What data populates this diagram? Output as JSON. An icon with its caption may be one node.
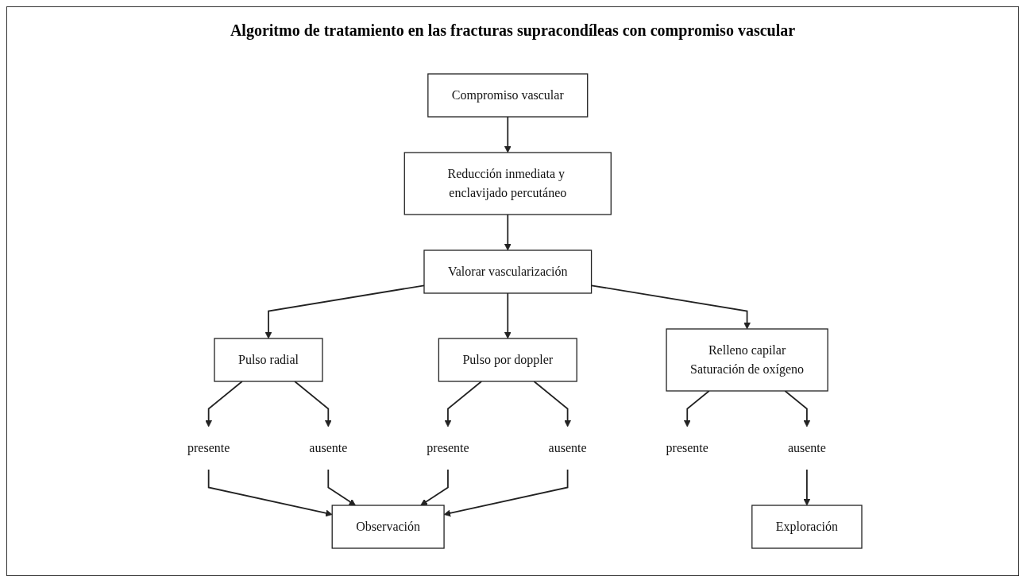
{
  "diagram": {
    "title": "Algoritmo de tratamiento en las fracturas supracondíleas con compromiso vascular",
    "nodes": [
      {
        "text": [
          "Compromiso vascular"
        ]
      },
      {
        "text": [
          "Reducción inmediata y enclavijado percutáneo"
        ]
      },
      {
        "text": [
          "Valorar vascularización"
        ]
      },
      {
        "text": [
          "Pulso radial"
        ]
      },
      {
        "text": [
          "Pulso por doppler"
        ]
      },
      {
        "text": [
          "Relleno capilar",
          "Saturación de oxígeno"
        ]
      },
      {
        "text": [
          "presente"
        ]
      },
      {
        "text": [
          "ausente"
        ]
      },
      {
        "text": [
          "presente"
        ]
      },
      {
        "text": [
          "ausente"
        ]
      },
      {
        "text": [
          "presente"
        ]
      },
      {
        "text": [
          "ausente"
        ]
      },
      {
        "text": [
          "Observación"
        ]
      },
      {
        "text": [
          "Exploración"
        ]
      }
    ],
    "edges": [
      {
        "from": 0,
        "to": 1,
        "arrow": "to"
      },
      {
        "from": 1,
        "to": 2,
        "arrow": "to"
      },
      {
        "from": 2,
        "to": 3,
        "arrow": "to"
      },
      {
        "from": 2,
        "to": 4,
        "arrow": "to"
      },
      {
        "from": 2,
        "to": 5,
        "arrow": "to"
      },
      {
        "from": 3,
        "to": 6,
        "arrow": "to"
      },
      {
        "from": 3,
        "to": 7,
        "arrow": "to"
      },
      {
        "from": 4,
        "to": 8,
        "arrow": "to"
      },
      {
        "from": 4,
        "to": 9,
        "arrow": "to"
      },
      {
        "from": 5,
        "to": 10,
        "arrow": "to"
      },
      {
        "from": 5,
        "to": 11,
        "arrow": "to"
      },
      {
        "from": 6,
        "to": 12,
        "arrow": "to"
      },
      {
        "from": 7,
        "to": 12,
        "arrow": "to"
      },
      {
        "from": 8,
        "to": 12,
        "arrow": "to"
      },
      {
        "from": 9,
        "to": 12,
        "arrow": "to"
      },
      {
        "from": 11,
        "to": 13,
        "arrow": "to"
      }
    ]
  }
}
